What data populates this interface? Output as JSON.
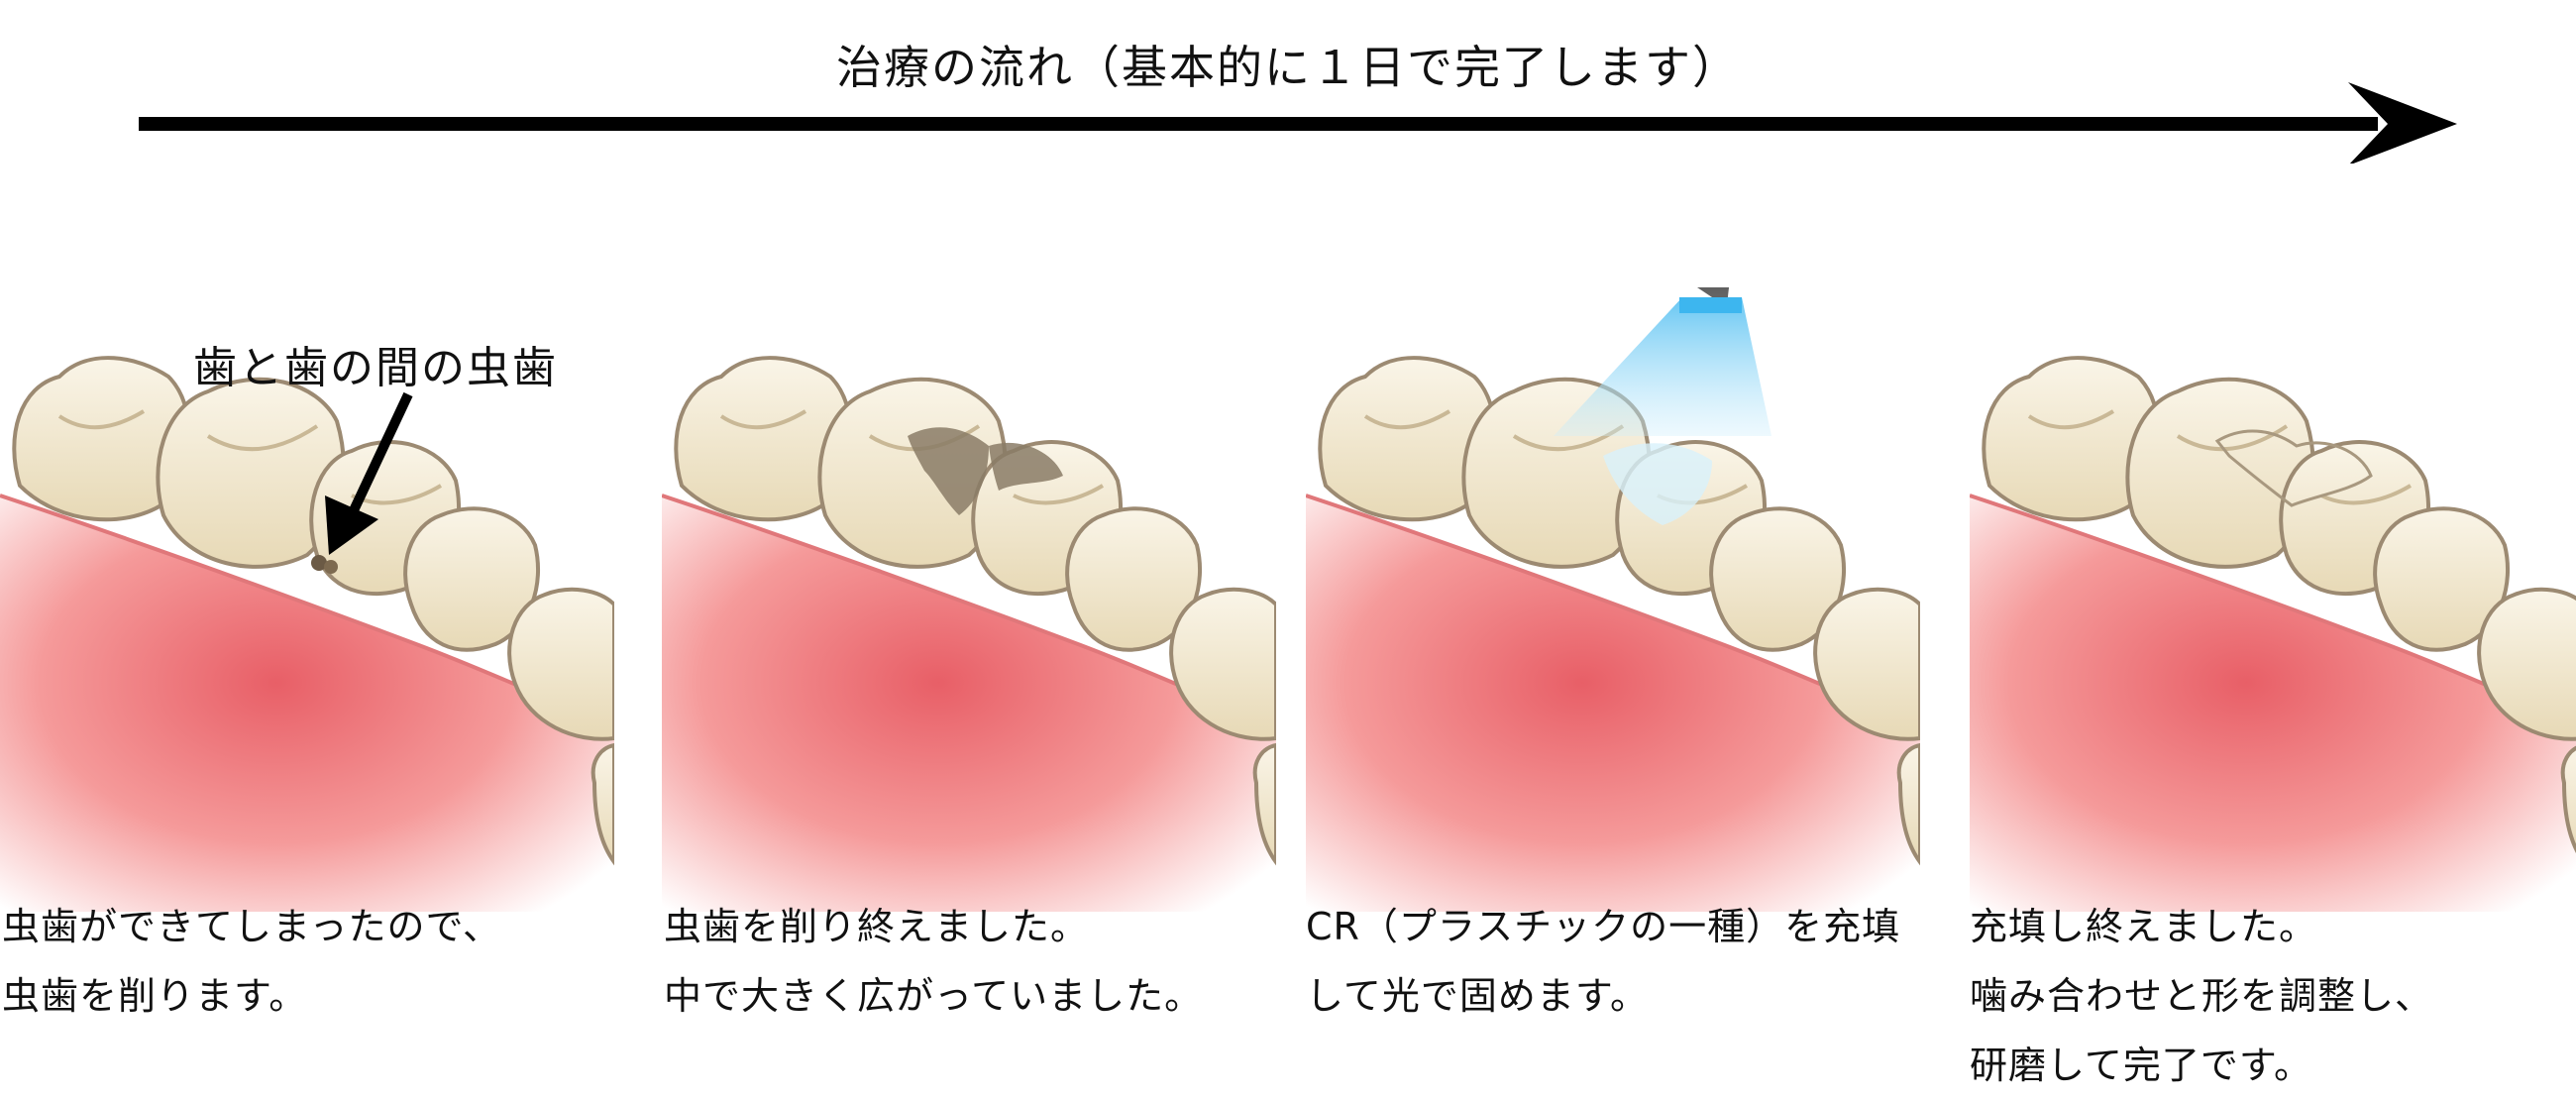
{
  "header": {
    "title": "治療の流れ（基本的に１日で完了します）"
  },
  "callout": {
    "label": "歯と歯の間の虫歯"
  },
  "steps": [
    {
      "lines": [
        "虫歯ができてしまったので、",
        "虫歯を削ります。"
      ]
    },
    {
      "lines": [
        "虫歯を削り終えました。",
        "中で大きく広がっていました。"
      ]
    },
    {
      "lines": [
        "CR（プラスチックの一種）を充填",
        "して光で固めます。"
      ]
    },
    {
      "lines": [
        "充填し終えました。",
        "噛み合わせと形を調整し、",
        "研磨して完了です。"
      ]
    }
  ],
  "colors": {
    "gum": "#f08a8a",
    "tooth": "#eee3c8",
    "decay": "#6b5a45",
    "light": "#9fd8f5",
    "instrument": "#555555"
  }
}
